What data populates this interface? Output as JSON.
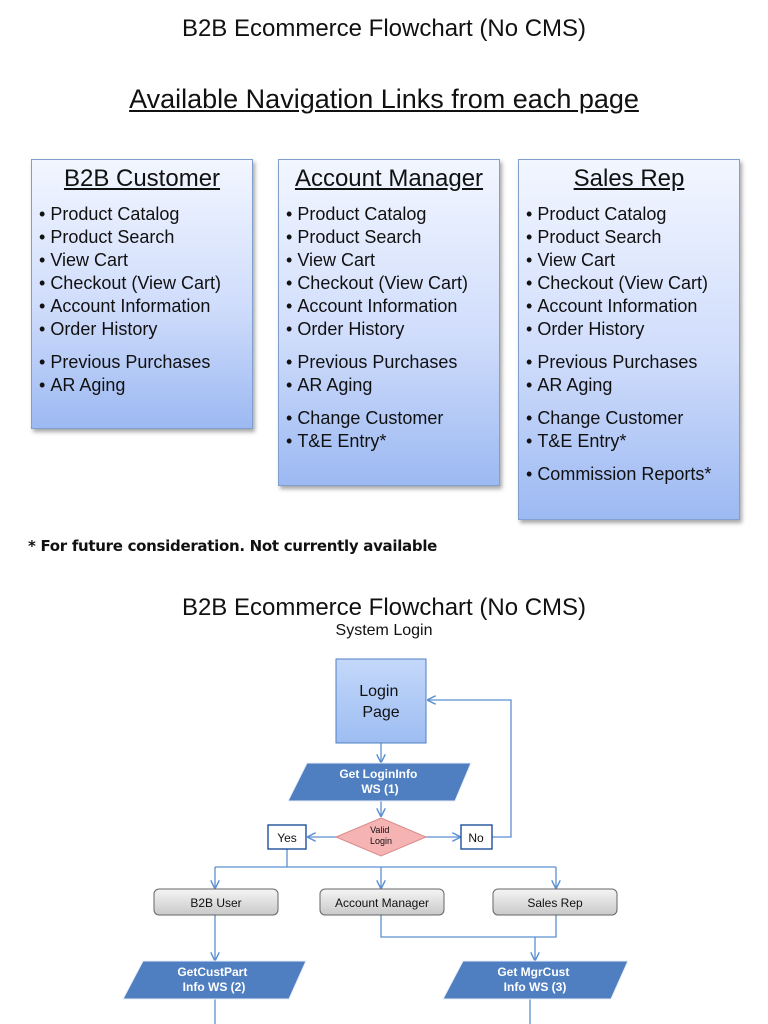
{
  "page": {
    "title_top": "B2B Ecommerce Flowchart (No CMS)",
    "nav_heading": "Available Navigation Links from each page",
    "footnote": "* For future consideration.  Not currently available",
    "title_bottom": "B2B Ecommerce Flowchart (No CMS)",
    "subtitle": "System Login"
  },
  "panels": [
    {
      "title": "B2B Customer",
      "groups": [
        [
          "Product Catalog",
          "Product Search",
          "View Cart",
          "Checkout (View Cart)",
          "Account Information",
          "Order History"
        ],
        [
          "Previous Purchases",
          "AR Aging"
        ]
      ]
    },
    {
      "title": "Account Manager",
      "groups": [
        [
          "Product Catalog",
          "Product Search",
          "View Cart",
          "Checkout (View Cart)",
          "Account Information",
          "Order History"
        ],
        [
          "Previous Purchases",
          "AR Aging"
        ],
        [
          "Change Customer",
          "T&E Entry*"
        ]
      ]
    },
    {
      "title": "Sales Rep",
      "groups": [
        [
          "Product Catalog",
          "Product Search",
          "View Cart",
          "Checkout (View Cart)",
          "Account Information",
          "Order History"
        ],
        [
          "Previous Purchases",
          "AR Aging"
        ],
        [
          "Change Customer",
          "T&E Entry*"
        ],
        [
          "Commission Reports*"
        ]
      ]
    }
  ],
  "flowchart": {
    "login_page": "Login\nPage",
    "get_login_info": "Get LoginInfo\nWS (1)",
    "decision": "Valid\nLogin",
    "yes": "Yes",
    "no": "No",
    "b2b_user": "B2B User",
    "account_manager": "Account Manager",
    "sales_rep": "Sales Rep",
    "get_cust_part": "GetCustPart\nInfo WS (2)",
    "get_mgr_cust": "Get MgrCust\nInfo WS (3)"
  },
  "colors": {
    "panel_border": "#7f9fcf",
    "process_fill": "#4f7fc0",
    "login_fill": "#a9c6f5",
    "decision_fill": "#f6b3b3",
    "connector": "#5b8fd0"
  }
}
